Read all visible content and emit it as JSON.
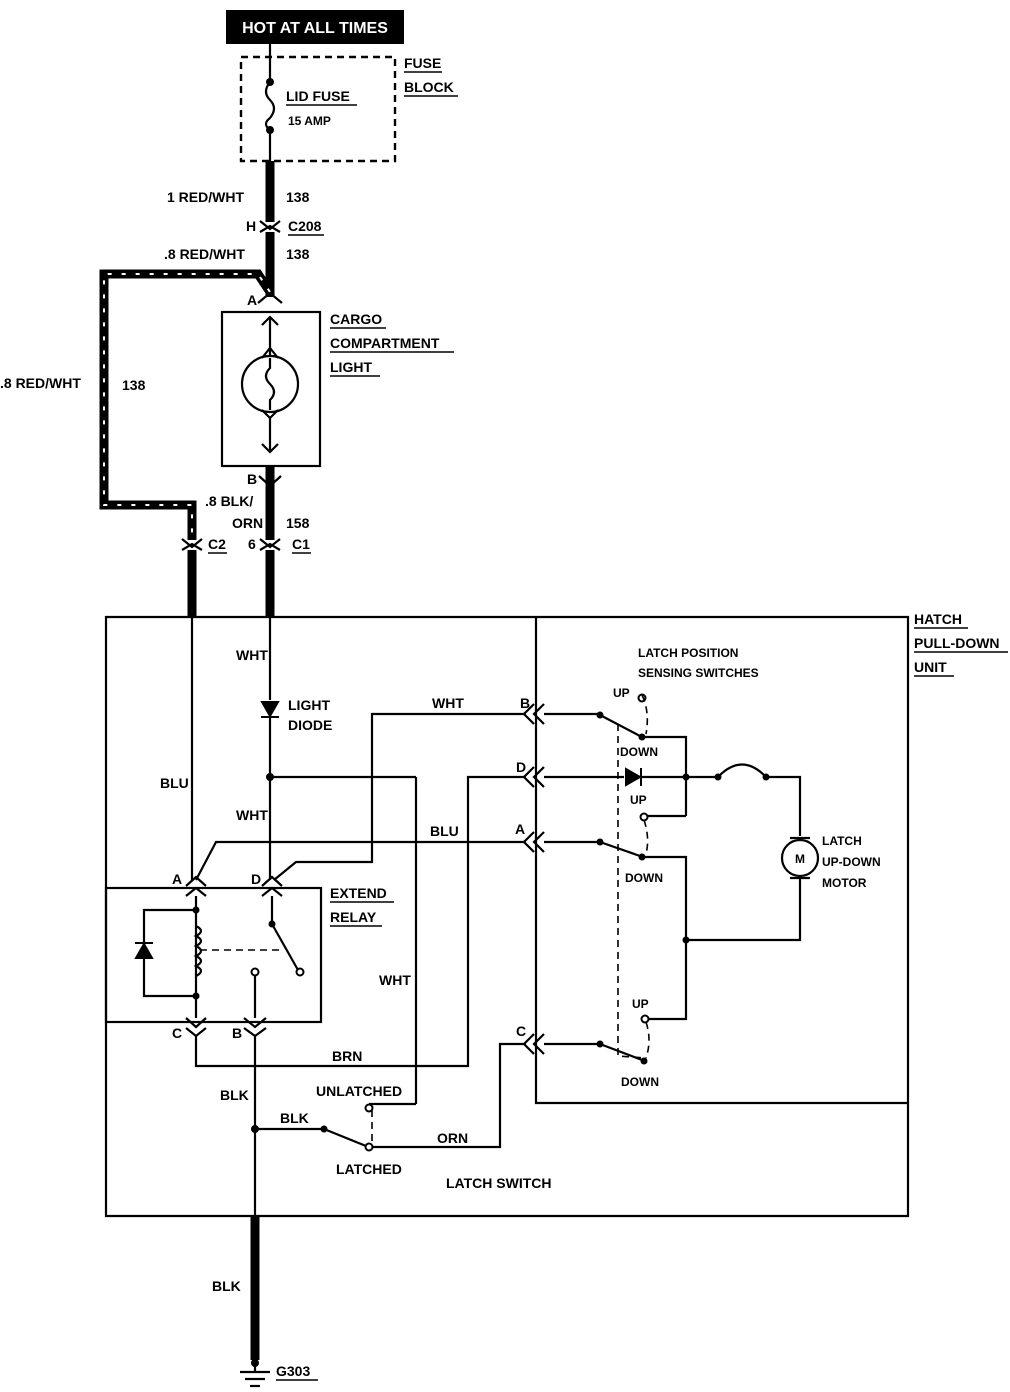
{
  "header": {
    "hot_label": "HOT AT ALL TIMES"
  },
  "fuse_block": {
    "label_line1": "FUSE",
    "label_line2": "BLOCK",
    "fuse_name": "LID FUSE",
    "fuse_rating": "15 AMP"
  },
  "wires": {
    "top_wire": "1 RED/WHT",
    "top_circuit": "138",
    "conn_c208_pin": "H",
    "conn_c208": "C208",
    "branch_wire": ".8 RED/WHT",
    "branch_circuit": "138",
    "left_loop_wire": ".8 RED/WHT",
    "left_loop_circuit": "138",
    "light_out_wire_1": ".8 BLK/",
    "light_out_wire_2": "ORN",
    "light_out_circuit": "158",
    "conn_c1_pin": "6",
    "conn_c1": "C1",
    "conn_c2": "C2",
    "ground_wire": "BLK",
    "ground_id": "G303"
  },
  "cargo_light": {
    "label_line1": "CARGO",
    "label_line2": "COMPARTMENT",
    "label_line3": "LIGHT",
    "pin_a": "A",
    "pin_b": "B"
  },
  "hatch_unit": {
    "label_line1": "HATCH",
    "label_line2": "PULL-DOWN",
    "label_line3": "UNIT",
    "wht_top": "WHT",
    "diode_line1": "LIGHT",
    "diode_line2": "DIODE",
    "wht_mid": "WHT",
    "blu_left": "BLU",
    "wht_relay": "WHT",
    "blu_mid": "BLU",
    "wht_right": "WHT",
    "brn": "BRN",
    "blk_low": "BLK",
    "blk_switch": "BLK",
    "orn": "ORN"
  },
  "relay": {
    "label_line1": "EXTEND",
    "label_line2": "RELAY",
    "pin_a": "A",
    "pin_d": "D",
    "pin_c": "C",
    "pin_b": "B"
  },
  "sensing_switches": {
    "label_line1": "LATCH POSITION",
    "label_line2": "SENSING SWITCHES",
    "pin_b": "B",
    "pin_d": "D",
    "pin_a": "A",
    "pin_c": "C",
    "up1": "UP",
    "down1": "DOWN",
    "up2": "UP",
    "down2": "DOWN",
    "up3": "UP",
    "down3": "DOWN"
  },
  "motor": {
    "symbol": "M",
    "label_line1": "LATCH",
    "label_line2": "UP-DOWN",
    "label_line3": "MOTOR"
  },
  "latch_switch": {
    "label": "LATCH SWITCH",
    "unlatched": "UNLATCHED",
    "latched": "LATCHED"
  }
}
